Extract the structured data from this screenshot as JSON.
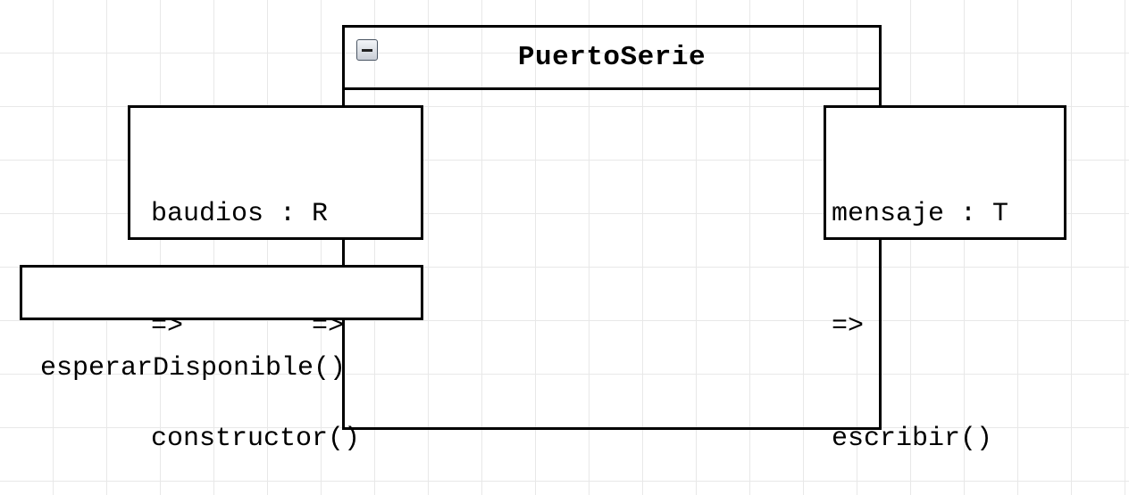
{
  "diagram": {
    "title": "PuertoSerie",
    "ports": {
      "left": {
        "lines": [
          "baudios : R",
          "=>        =>",
          "constructor()"
        ]
      },
      "right": {
        "lines": [
          "mensaje : T",
          "=>",
          "escribir()"
        ]
      },
      "bottom": {
        "lines": [
          "esperarDisponible()"
        ]
      }
    }
  }
}
